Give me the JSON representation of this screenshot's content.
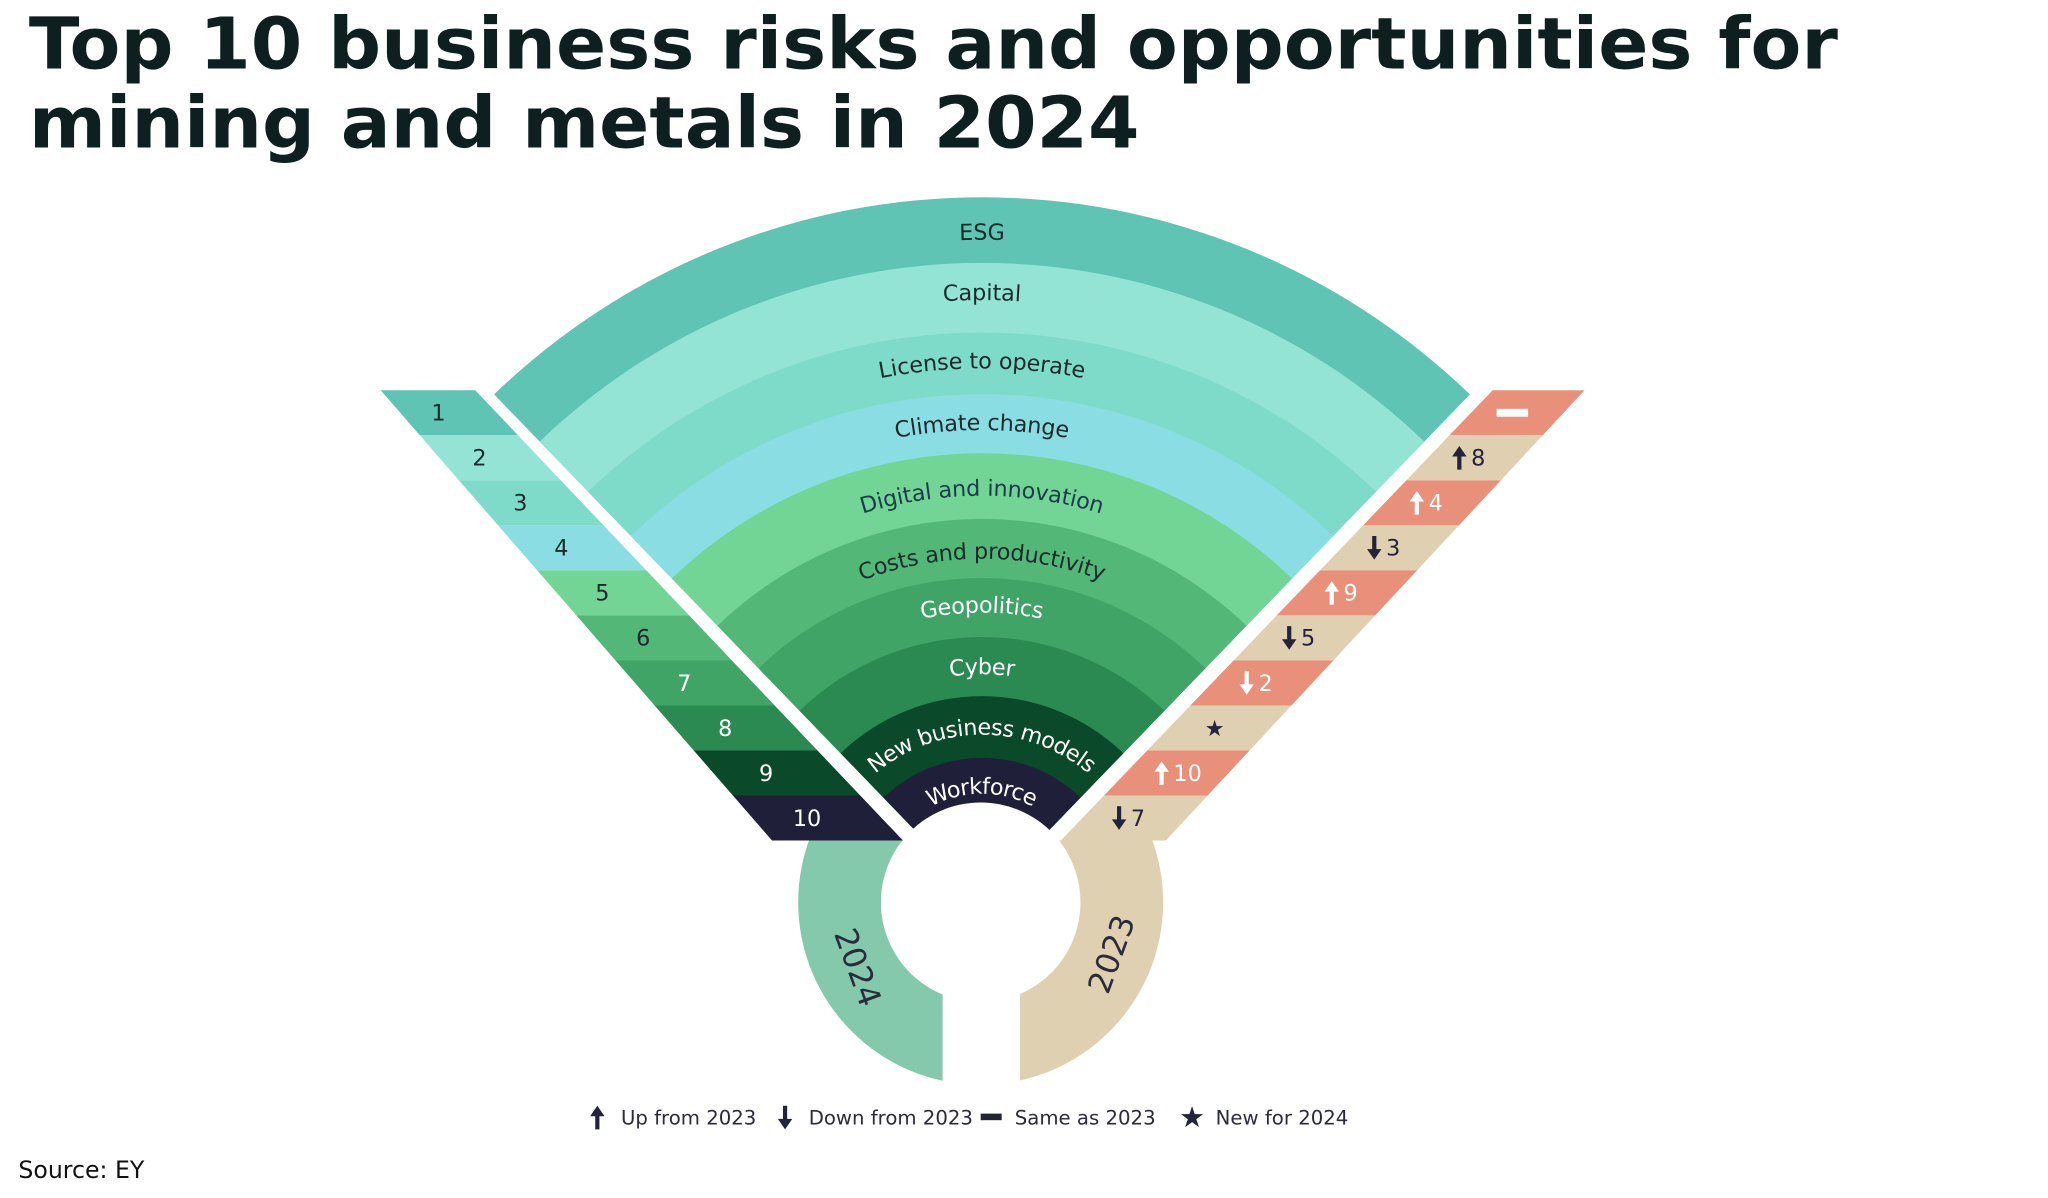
{
  "title": {
    "line1": "Top 10 business risks and opportunities for",
    "line2": "mining and metals in 2024"
  },
  "source": "Source: EY",
  "colors": {
    "title": "#0d1f1f",
    "salmon": "#e8907a",
    "tan": "#dfd0b2",
    "ring_2024": "#84c9ac",
    "ring_2023": "#dfd0b2",
    "dark": "#23233a"
  },
  "rings": {
    "current": "2024",
    "previous": "2023"
  },
  "rankings": [
    {
      "rank": "1",
      "label": "ESG",
      "color": "#5fc4b4",
      "text_color": "#1b2b2b",
      "change": "same",
      "prev": ""
    },
    {
      "rank": "2",
      "label": "Capital",
      "color": "#94e4d6",
      "text_color": "#1b2b2b",
      "change": "up",
      "prev": "8"
    },
    {
      "rank": "3",
      "label": "License to operate",
      "color": "#7fdbc9",
      "text_color": "#1b2b2b",
      "change": "up",
      "prev": "4"
    },
    {
      "rank": "4",
      "label": "Climate change",
      "color": "#8adde3",
      "text_color": "#1b2b2b",
      "change": "down",
      "prev": "3"
    },
    {
      "rank": "5",
      "label": "Digital and innovation",
      "color": "#72d596",
      "text_color": "#1b3b4b",
      "change": "up",
      "prev": "9"
    },
    {
      "rank": "6",
      "label": "Costs and productivity",
      "color": "#53b877",
      "text_color": "#1b2b2b",
      "change": "down",
      "prev": "5"
    },
    {
      "rank": "7",
      "label": "Geopolitics",
      "color": "#3fa466",
      "text_color": "#ffffff",
      "change": "down",
      "prev": "2"
    },
    {
      "rank": "8",
      "label": "Cyber",
      "color": "#2a8a52",
      "text_color": "#ffffff",
      "change": "new",
      "prev": ""
    },
    {
      "rank": "9",
      "label": "New business models",
      "color": "#0a4a2a",
      "text_color": "#ffffff",
      "change": "up",
      "prev": "10"
    },
    {
      "rank": "10",
      "label": "Workforce",
      "color": "#1f1f3a",
      "text_color": "#ffffff",
      "change": "down",
      "prev": "7"
    }
  ],
  "legend": [
    {
      "icon": "arrow-up-icon",
      "label": "Up from 2023"
    },
    {
      "icon": "arrow-down-icon",
      "label": "Down from 2023"
    },
    {
      "icon": "dash-icon",
      "label": "Same as 2023"
    },
    {
      "icon": "star-icon",
      "label": "New for 2024"
    }
  ]
}
